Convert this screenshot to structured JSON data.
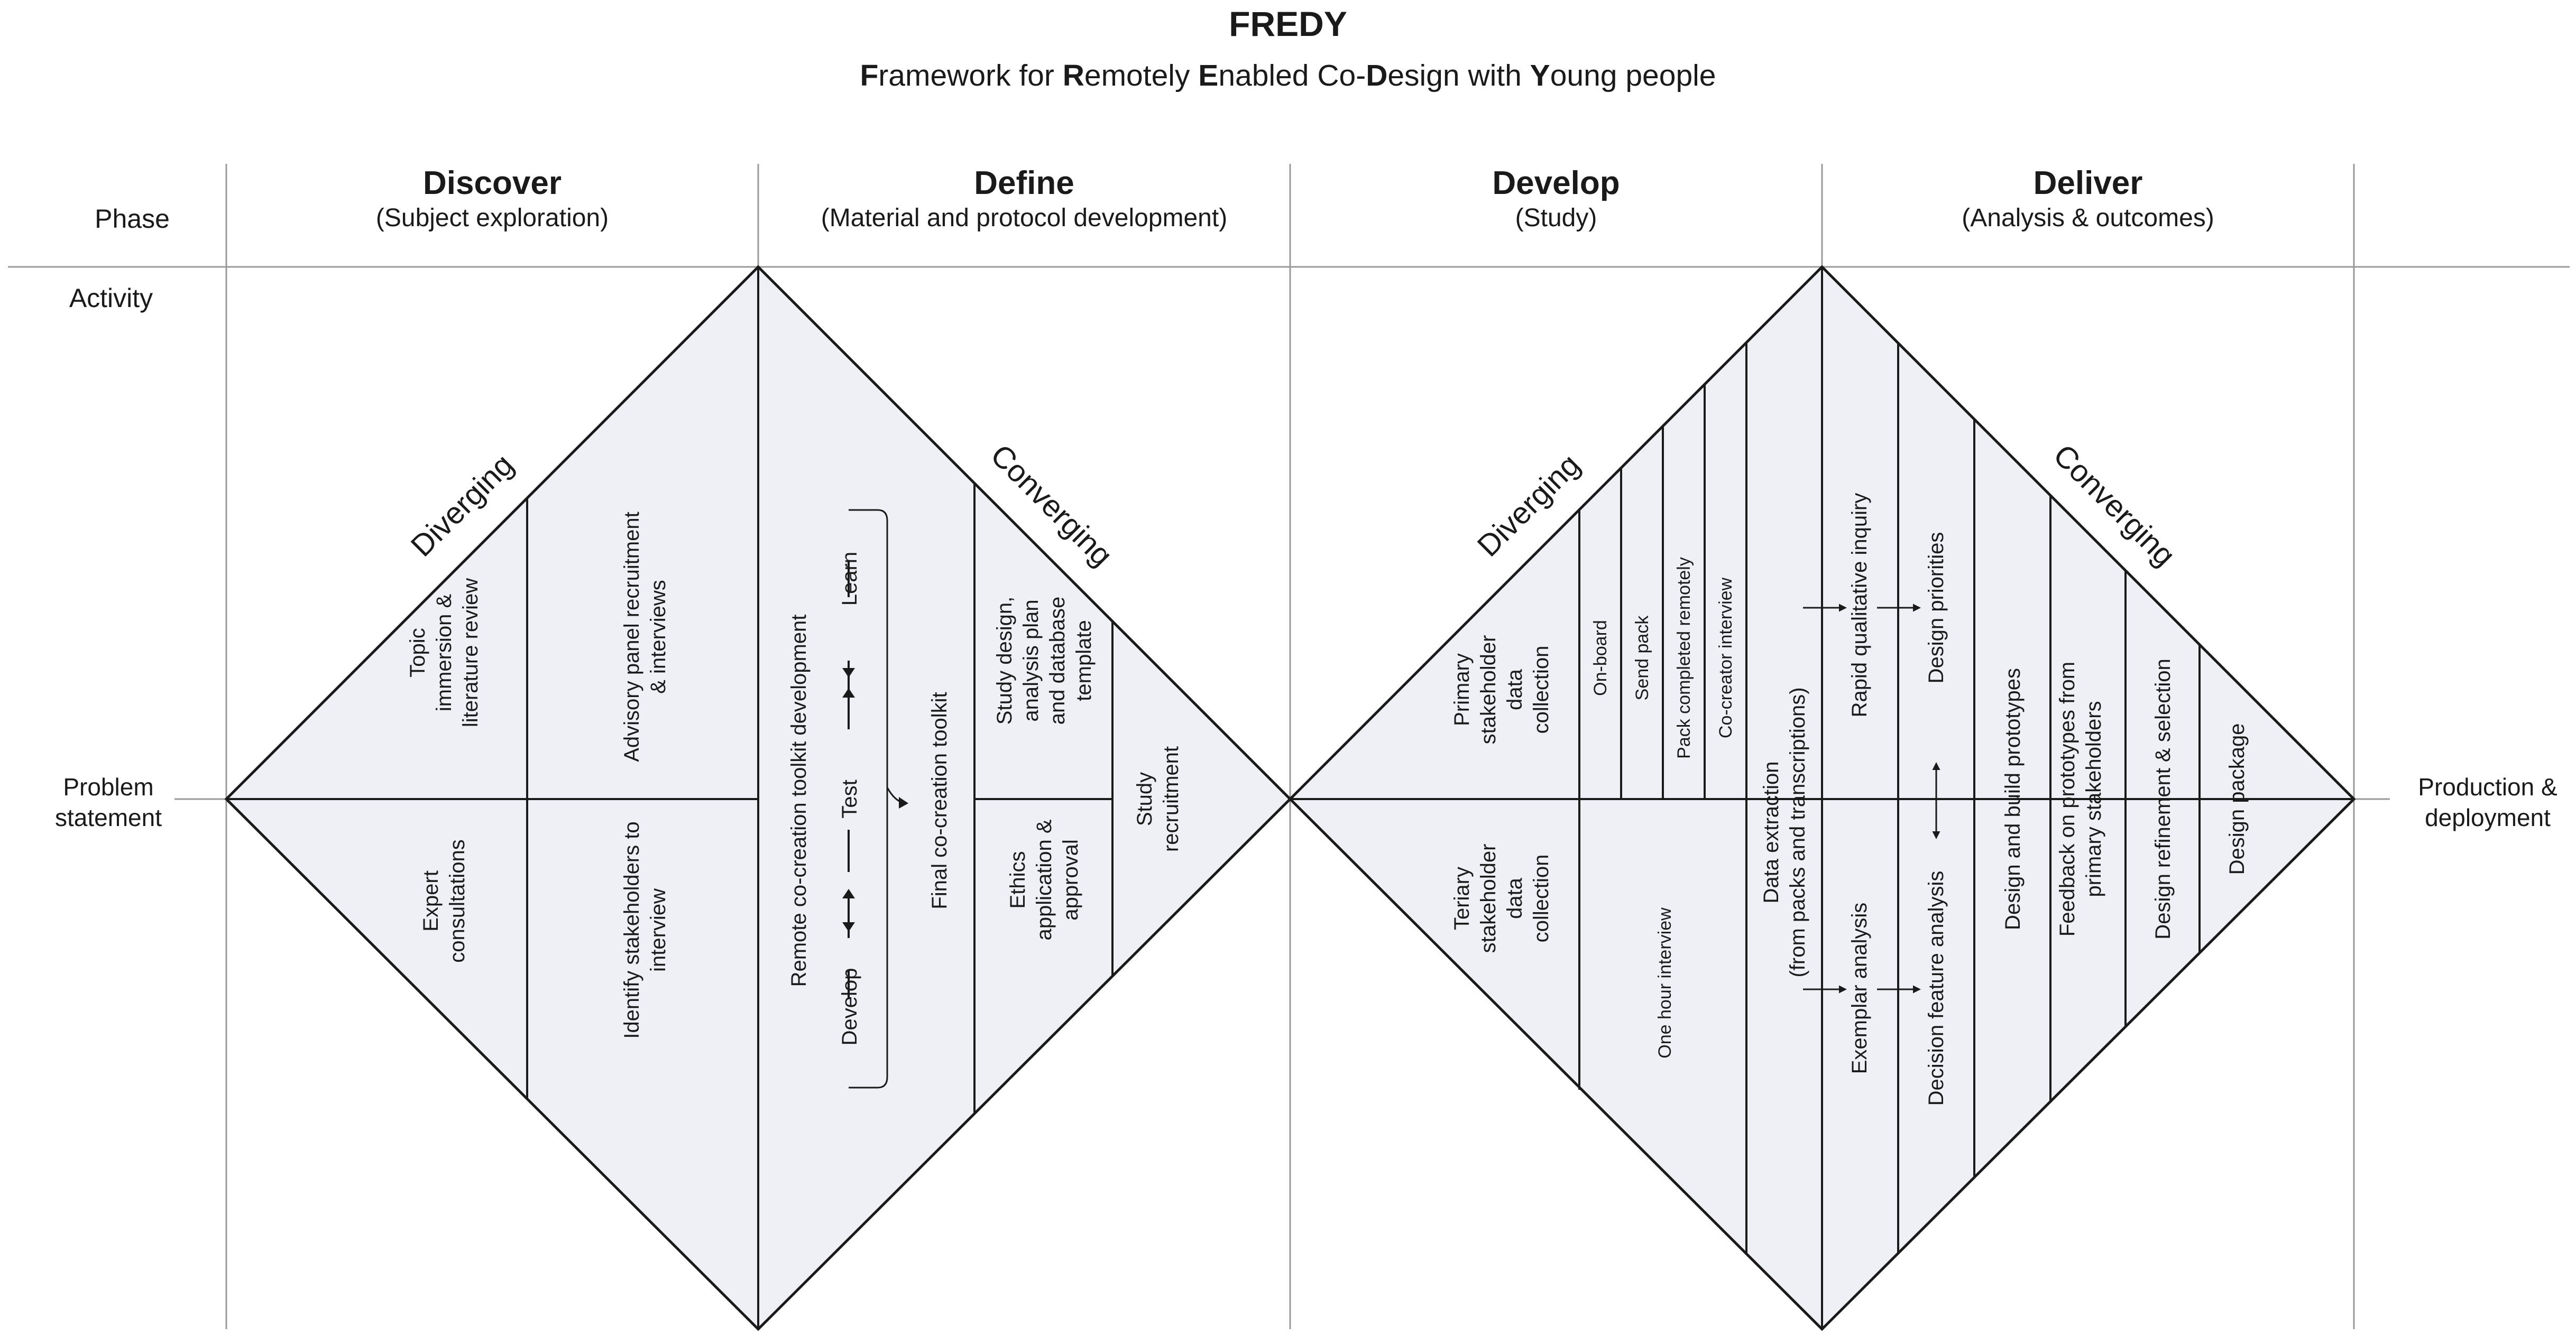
{
  "title": "FREDY",
  "subtitle": {
    "parts": [
      {
        "b": "F",
        "t": "ramework for "
      },
      {
        "b": "R",
        "t": "emotely "
      },
      {
        "b": "E",
        "t": "nabled Co-"
      },
      {
        "b": "D",
        "t": "esign with "
      },
      {
        "b": "Y",
        "t": "oung people"
      }
    ]
  },
  "row_labels": {
    "phase": "Phase",
    "activity": "Activity",
    "start": [
      "Problem",
      "statement"
    ],
    "end": [
      "Production &",
      "deployment"
    ]
  },
  "phases": [
    {
      "name": "Discover",
      "sub": "(Subject exploration)"
    },
    {
      "name": "Define",
      "sub": "(Material and protocol development)"
    },
    {
      "name": "Develop",
      "sub": "(Study)"
    },
    {
      "name": "Deliver",
      "sub": "(Analysis & outcomes)"
    }
  ],
  "diamond_labels": {
    "diverging": "Diverging",
    "converging": "Converging"
  },
  "diamond1": {
    "topic": [
      "Topic",
      "immersion &",
      "literature review"
    ],
    "advisory": [
      "Advisory panel recruitment",
      "& interviews"
    ],
    "expert": [
      "Expert",
      "consultations"
    ],
    "identify": [
      "Identify stakeholders to",
      "interview"
    ],
    "remote": "Remote co-creation toolkit development",
    "learn": "Learn",
    "test": "Test",
    "develop": "Develop",
    "final": "Final co-creation toolkit",
    "study_design": [
      "Study design,",
      "analysis plan",
      "and database",
      "template"
    ],
    "ethics": [
      "Ethics",
      "application &",
      "approval"
    ],
    "study_recruitment": [
      "Study",
      "recruitment"
    ]
  },
  "diamond2": {
    "primary": [
      "Primary",
      "stakeholder",
      "data",
      "collection"
    ],
    "onboard": "On-board",
    "send_pack": "Send pack",
    "pack_completed": "Pack completed remotely",
    "cocreator": "Co-creator interview",
    "tertiary": [
      "Teriary",
      "stakeholder",
      "data",
      "collection"
    ],
    "one_hour": "One hour interview",
    "data_extraction": [
      "Data extraction",
      "(from packs and transcriptions)"
    ],
    "rapid": "Rapid qualitative inquiry",
    "design_priorities": "Design priorities",
    "exemplar": "Exemplar analysis",
    "decision": "Decision feature analysis",
    "build": "Design and build prototypes",
    "feedback": [
      "Feedback on prototypes from",
      "primary stakeholders"
    ],
    "refinement": "Design refinement & selection",
    "package": "Design package"
  },
  "colors": {
    "fill": "#eef0f5",
    "stroke": "#1a1a1a",
    "grid": "#9a9a9a"
  }
}
